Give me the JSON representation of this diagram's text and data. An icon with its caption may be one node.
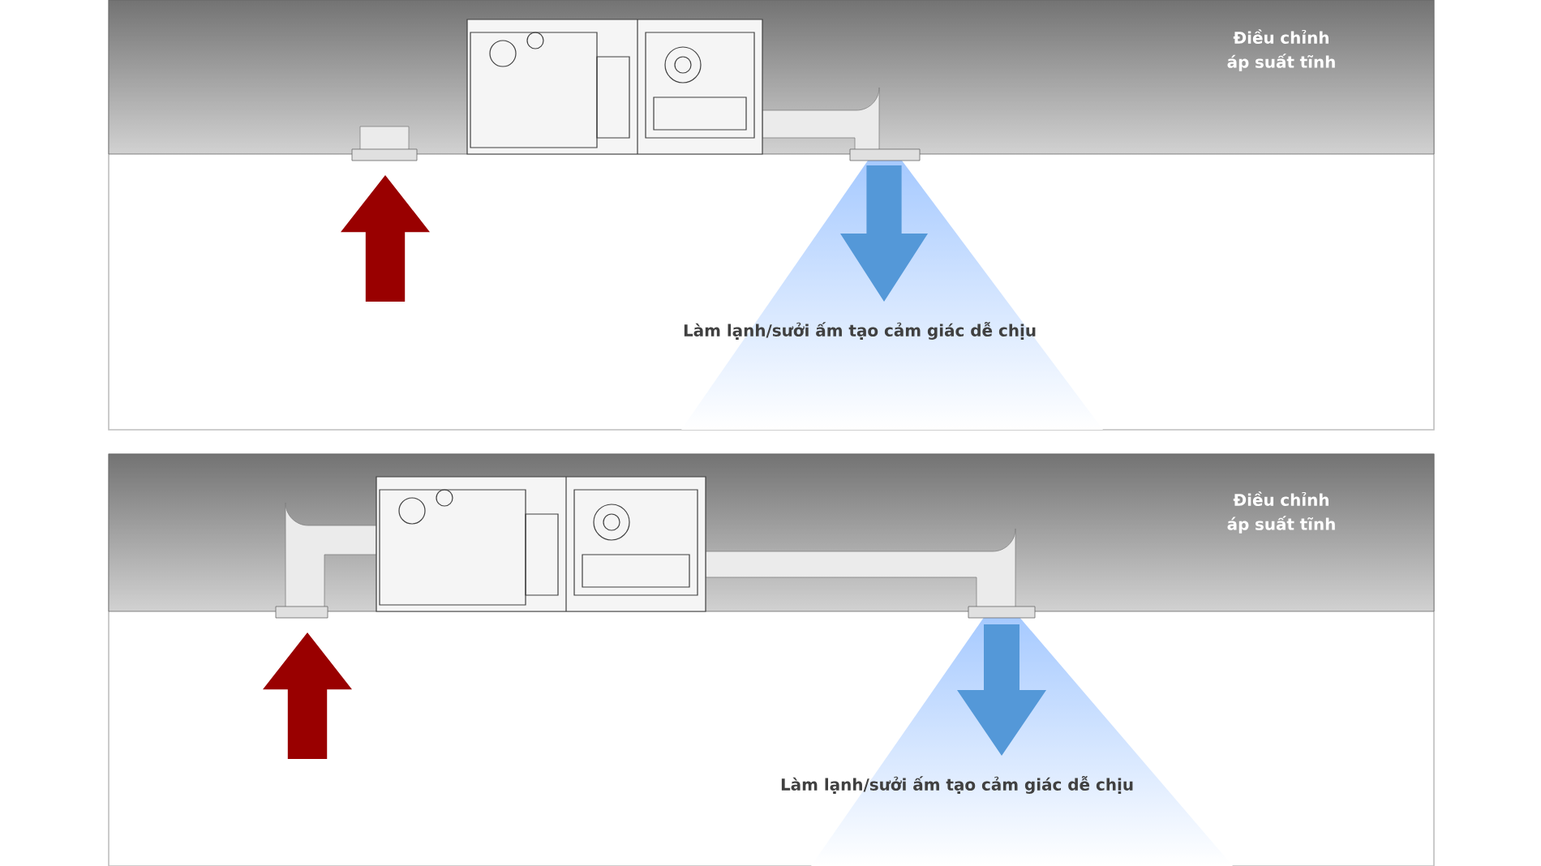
{
  "diagram": {
    "labels": [
      "Điều chỉnh áp suất tĩnh",
      "Làm lạnh/sưởi ấm tạo cảm giác dễ chịu",
      "Điều chỉnh áp suất tĩnh",
      "Làm lạnh/sưởi ấm tạo cảm giác dễ chịu"
    ]
  }
}
